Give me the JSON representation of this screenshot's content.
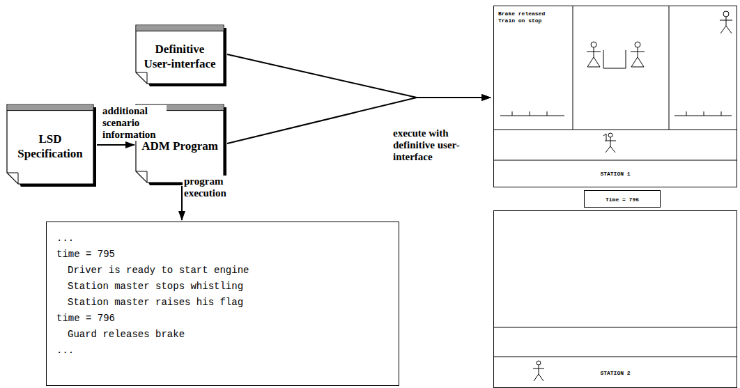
{
  "diagram": {
    "nodes": [
      {
        "text": [
          "Definitive User-interface"
        ]
      },
      {
        "text": [
          "LSD Specification"
        ]
      },
      {
        "text": [
          "ADM Program"
        ]
      },
      {
        "text": [
          "...",
          "time = 795",
          "Driver is ready to start engine",
          "Station master stops whistling",
          "Station master raises his flag",
          "time = 796",
          "Guard releases brake",
          "..."
        ]
      },
      {
        "text": [
          "Brake released Train on stop",
          "STATION 1"
        ]
      },
      {
        "text": [
          "Time = 796"
        ]
      },
      {
        "text": [
          "STATION 2"
        ]
      }
    ],
    "edges": [
      {
        "from": 1,
        "to": 2,
        "label": "additional scenario information",
        "arrow": "to"
      },
      {
        "from": 2,
        "to": 3,
        "label": "program execution",
        "arrow": "to"
      },
      {
        "from": 0,
        "to": 4,
        "arrow": "to"
      },
      {
        "from": 2,
        "to": 4,
        "label": "execute with definitive user-interface",
        "arrow": "to"
      }
    ]
  }
}
